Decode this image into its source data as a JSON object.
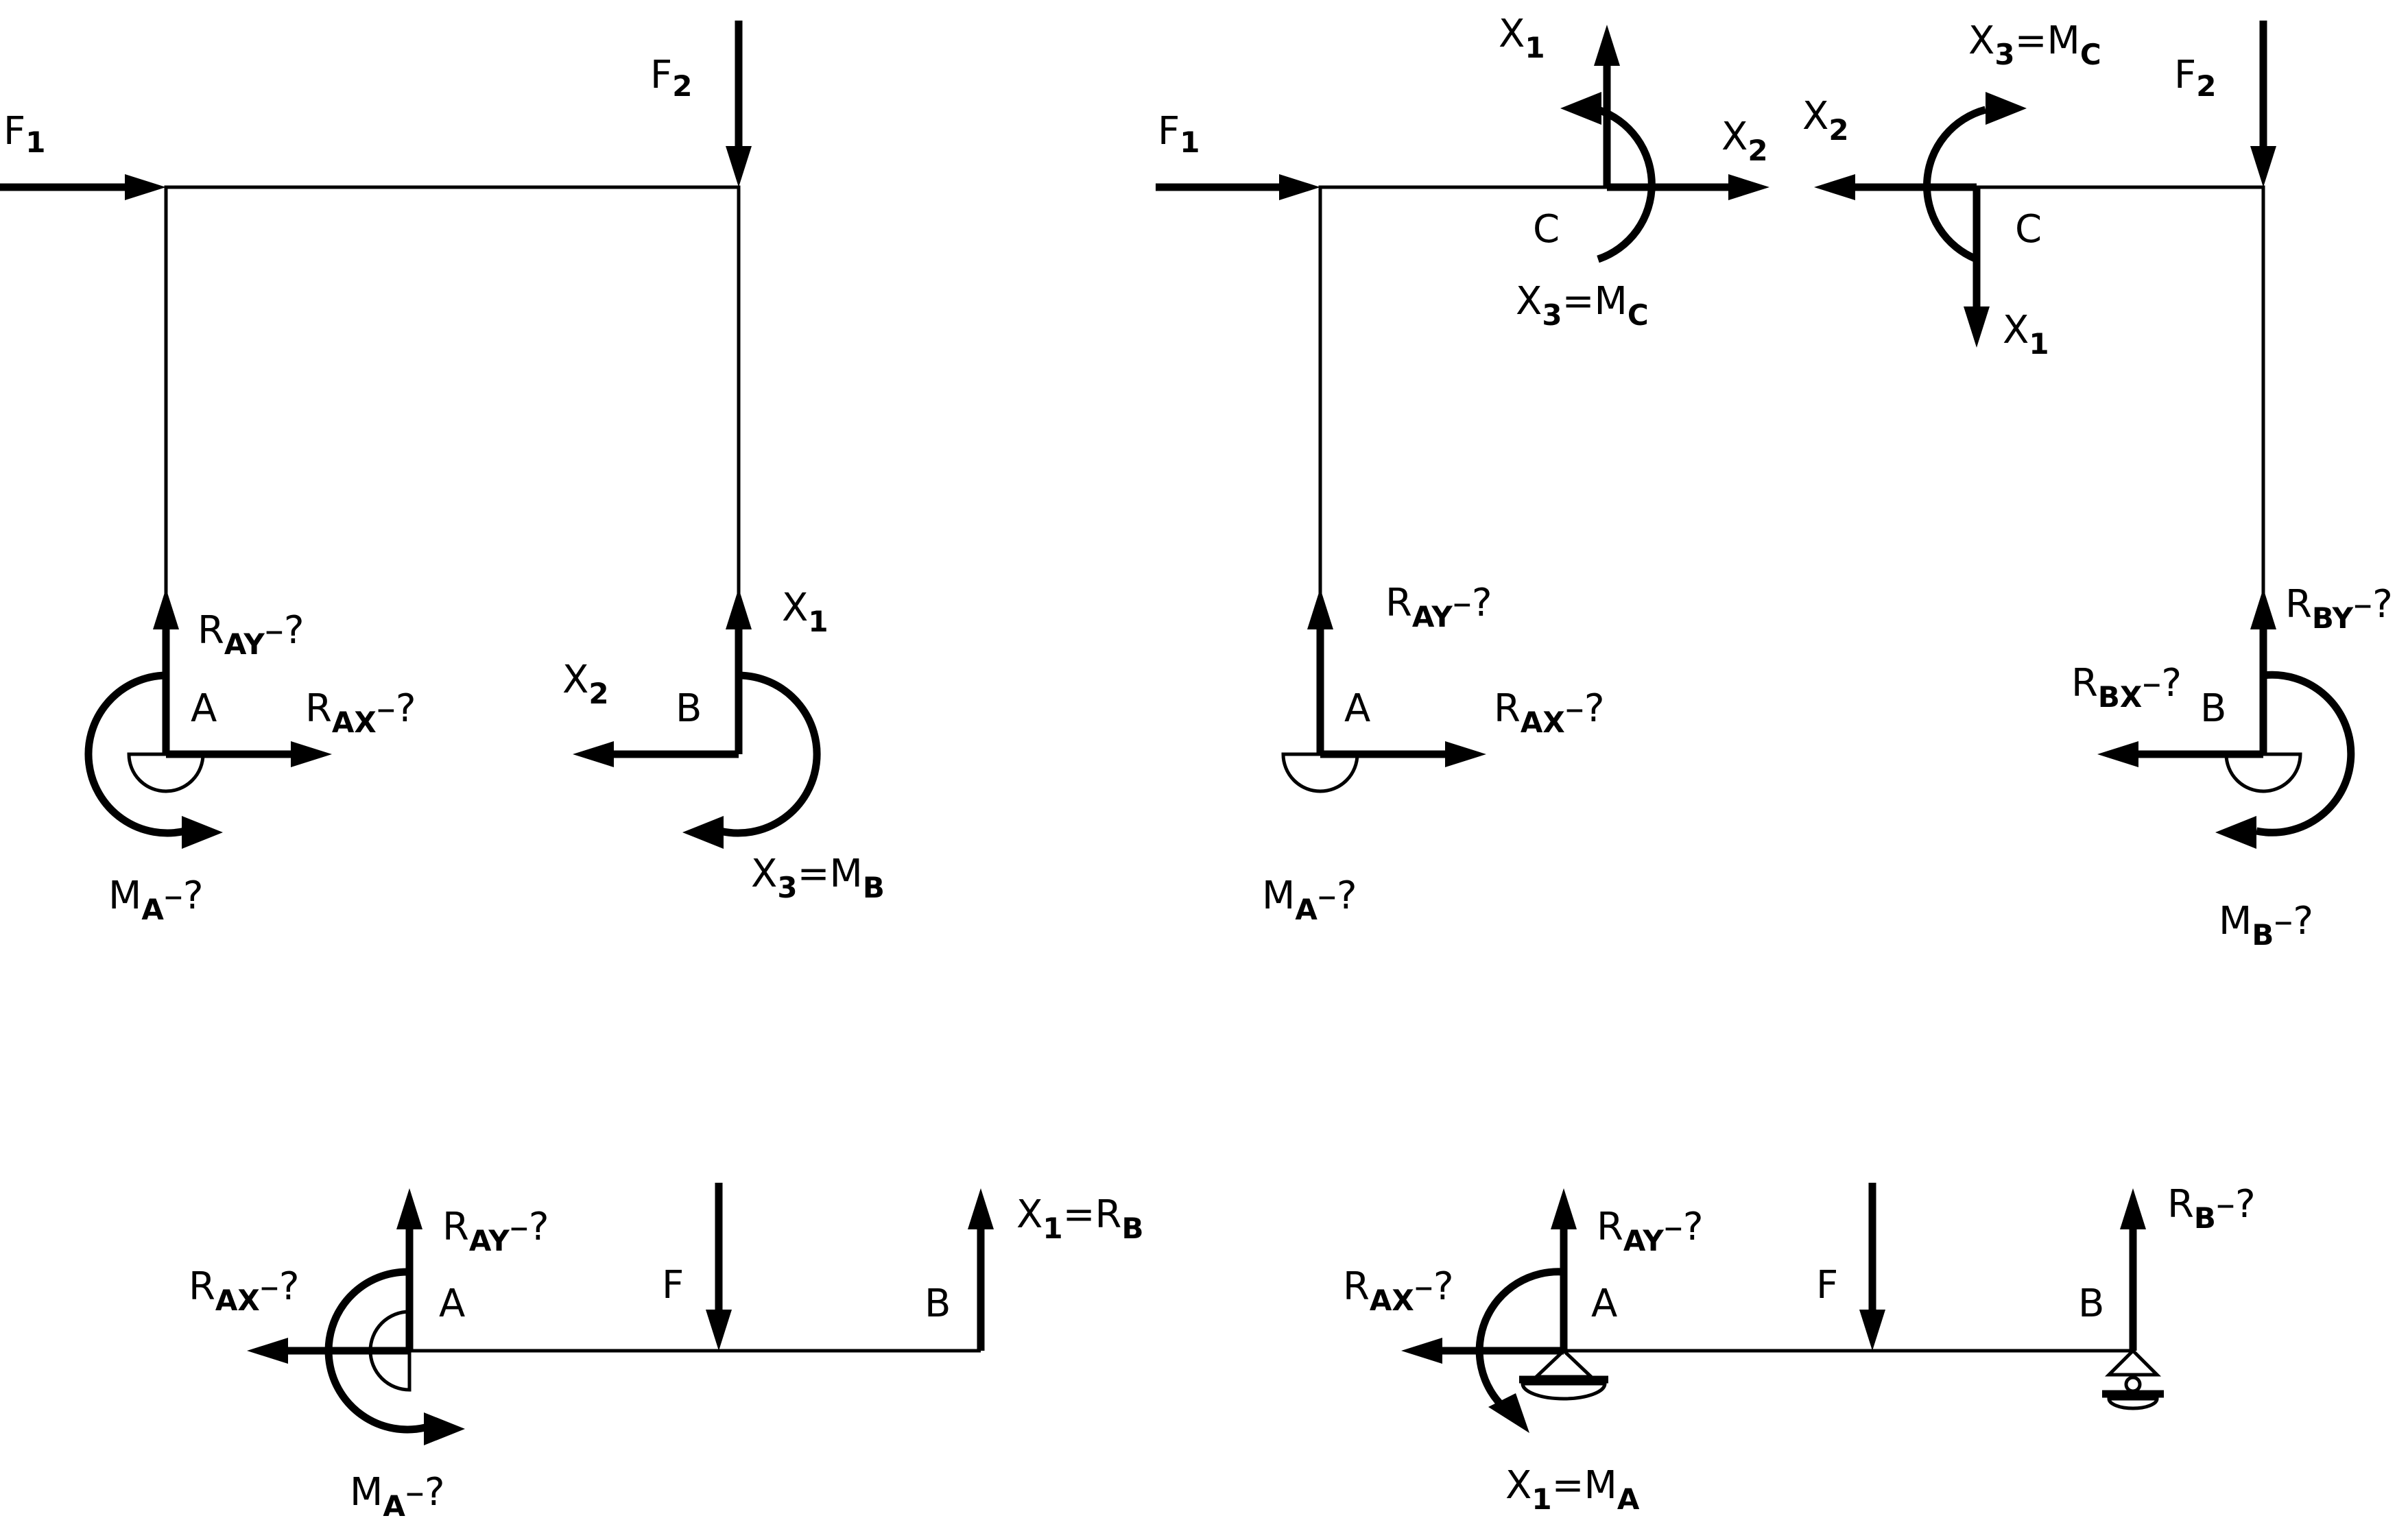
{
  "diagram1": {
    "F1": {
      "main": "F",
      "sub": "1"
    },
    "F2": {
      "main": "F",
      "sub": "2"
    },
    "RAY": {
      "main": "R",
      "sub": "AY",
      "tail": "–?"
    },
    "RAX": {
      "main": "R",
      "sub": "AX",
      "tail": "–?"
    },
    "A": "A",
    "MA": {
      "main": "M",
      "sub": "A",
      "tail": "–?"
    },
    "B": "B",
    "X1": {
      "main": "X",
      "sub": "1"
    },
    "X2": {
      "main": "X",
      "sub": "2"
    },
    "X3": {
      "main": "X",
      "sub": "3",
      "mid": "=M",
      "sub2": "B"
    }
  },
  "diagram2": {
    "F1": {
      "main": "F",
      "sub": "1"
    },
    "F2": {
      "main": "F",
      "sub": "2"
    },
    "X1a": {
      "main": "X",
      "sub": "1"
    },
    "X2a": {
      "main": "X",
      "sub": "2"
    },
    "X3a": {
      "main": "X",
      "sub": "3",
      "mid": "=M",
      "sub2": "C"
    },
    "C1": "C",
    "X2b": {
      "main": "X",
      "sub": "2"
    },
    "X3b": {
      "main": "X",
      "sub": "3",
      "mid": "=M",
      "sub2": "C"
    },
    "C2": "C",
    "X1b": {
      "main": "X",
      "sub": "1"
    },
    "RAY": {
      "main": "R",
      "sub": "AY",
      "tail": "–?"
    },
    "A": "A",
    "RAX": {
      "main": "R",
      "sub": "AX",
      "tail": "–?"
    },
    "MA": {
      "main": "M",
      "sub": "A",
      "tail": "–?"
    },
    "RBY": {
      "main": "R",
      "sub": "BY",
      "tail": "–?"
    },
    "RBX": {
      "main": "R",
      "sub": "BX",
      "tail": "–?"
    },
    "B": "B",
    "MB": {
      "main": "M",
      "sub": "B",
      "tail": "–?"
    }
  },
  "diagram3": {
    "RAY": {
      "main": "R",
      "sub": "AY",
      "tail": "–?"
    },
    "RAX": {
      "main": "R",
      "sub": "AX",
      "tail": "–?"
    },
    "A": "A",
    "F": "F",
    "B": "B",
    "X1": {
      "main": "X",
      "sub": "1",
      "mid": "=R",
      "sub2": "B"
    },
    "MA": {
      "main": "M",
      "sub": "A",
      "tail": "–?"
    }
  },
  "diagram4": {
    "RAY": {
      "main": "R",
      "sub": "AY",
      "tail": "–?"
    },
    "RAX": {
      "main": "R",
      "sub": "AX",
      "tail": "–?"
    },
    "A": "A",
    "F": "F",
    "B": "B",
    "RB": {
      "main": "R",
      "sub": "B",
      "tail": "–?"
    },
    "X1": {
      "main": "X",
      "sub": "1",
      "mid": "=M",
      "sub2": "A"
    }
  }
}
